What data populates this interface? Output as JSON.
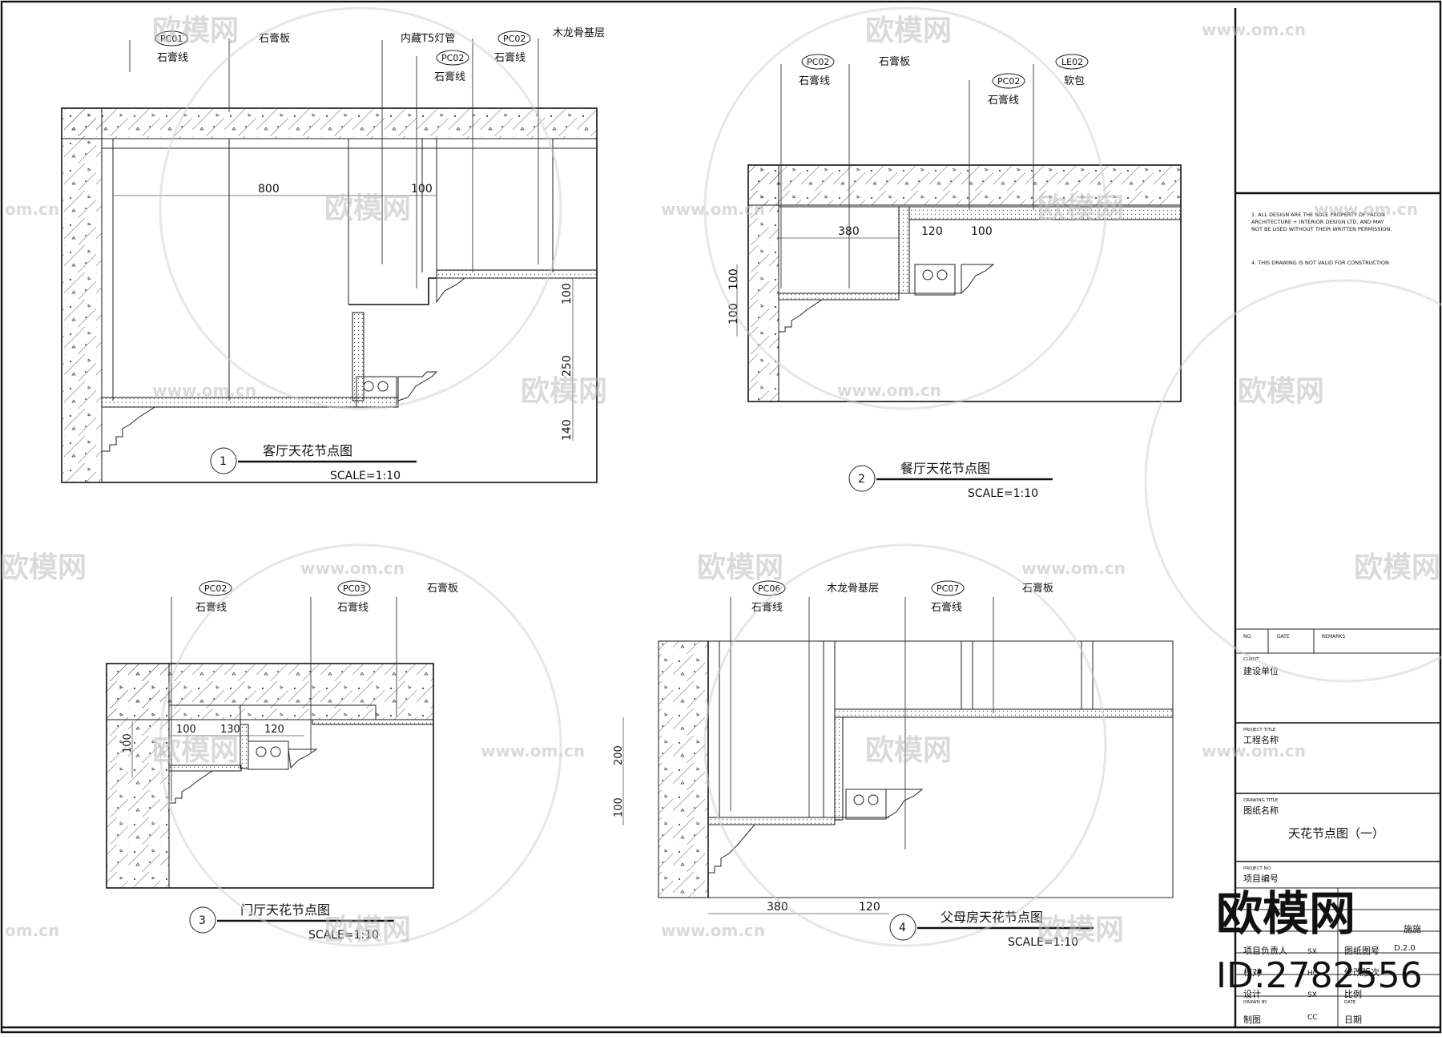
{
  "watermark": {
    "brand": "欧模网",
    "url": "www.om.cn",
    "url_fragment": "om.cn",
    "id_label": "ID:2782556"
  },
  "details": [
    {
      "number": "1",
      "title": "客厅天花节点图",
      "scale": "SCALE=1:10",
      "labels": [
        {
          "code": "PC01",
          "text": "石膏线"
        },
        {
          "code": "",
          "text": "石膏板"
        },
        {
          "code": "",
          "text": "内藏T5灯管"
        },
        {
          "code": "PC02",
          "text": "石膏线"
        },
        {
          "code": "PC02",
          "text": "石膏线"
        },
        {
          "code": "",
          "text": "木龙骨基层"
        }
      ],
      "dimensions": [
        "800",
        "100",
        "100",
        "250",
        "140"
      ]
    },
    {
      "number": "2",
      "title": "餐厅天花节点图",
      "scale": "SCALE=1:10",
      "labels": [
        {
          "code": "PC02",
          "text": "石膏线"
        },
        {
          "code": "",
          "text": "石膏板"
        },
        {
          "code": "PC02",
          "text": "石膏线"
        },
        {
          "code": "LE02",
          "text": "软包"
        }
      ],
      "dimensions": [
        "380",
        "120",
        "100",
        "100",
        "100"
      ]
    },
    {
      "number": "3",
      "title": "门厅天花节点图",
      "scale": "SCALE=1:10",
      "labels": [
        {
          "code": "PC02",
          "text": "石膏线"
        },
        {
          "code": "PC03",
          "text": "石膏线"
        },
        {
          "code": "",
          "text": "石膏板"
        }
      ],
      "dimensions": [
        "100",
        "130",
        "120",
        "100"
      ]
    },
    {
      "number": "4",
      "title": "父母房天花节点图",
      "scale": "SCALE=1:10",
      "labels": [
        {
          "code": "PC06",
          "text": "石膏线"
        },
        {
          "code": "",
          "text": "木龙骨基层"
        },
        {
          "code": "PC07",
          "text": "石膏线"
        },
        {
          "code": "",
          "text": "石膏板"
        }
      ],
      "dimensions": [
        "200",
        "100",
        "380",
        "120"
      ]
    }
  ],
  "title_block": {
    "note_1a": "1. ALL DESIGN ARE THE SOLE PROPERTY OF FACON",
    "note_1b": "ARCHITECTURE + INTERIOR DESIGN LTD. AND MAY",
    "note_1c": "NOT BE USED WITHOUT THEIR WRITTEN PERMISSION.",
    "note_2": "4. THIS DRAWING IS NOT VALID FOR CONSTRUCTION",
    "rev_no": "NO.",
    "rev_date": "DATE",
    "rev_remarks": "REMARKS",
    "client_en": "CLIENT",
    "client_cn": "建设单位",
    "project_title_en": "PROJECT TITLE",
    "project_title_cn": "工程名称",
    "drawing_title_en": "DRAWING TITLE",
    "drawing_title_cn": "图纸名称",
    "drawing_name": "天花节点图（一）",
    "project_no_en": "PROJECT NO.",
    "project_no_cn": "项目编号",
    "rows": [
      {
        "label": "项目负责人",
        "value": "SX",
        "label2": "图纸图号",
        "value2": "D.2.0"
      },
      {
        "label": "校对",
        "value": "HQ",
        "label2": "修改版次",
        "value2": ""
      },
      {
        "label": "设计",
        "value": "SX",
        "label2": "比例",
        "value2": ""
      },
      {
        "label": "制图",
        "value": "CC",
        "label2": "日期",
        "value2": ""
      }
    ],
    "stage": "施施",
    "drawn_by_en": "DRAWN BY",
    "date_en": "DATE"
  }
}
